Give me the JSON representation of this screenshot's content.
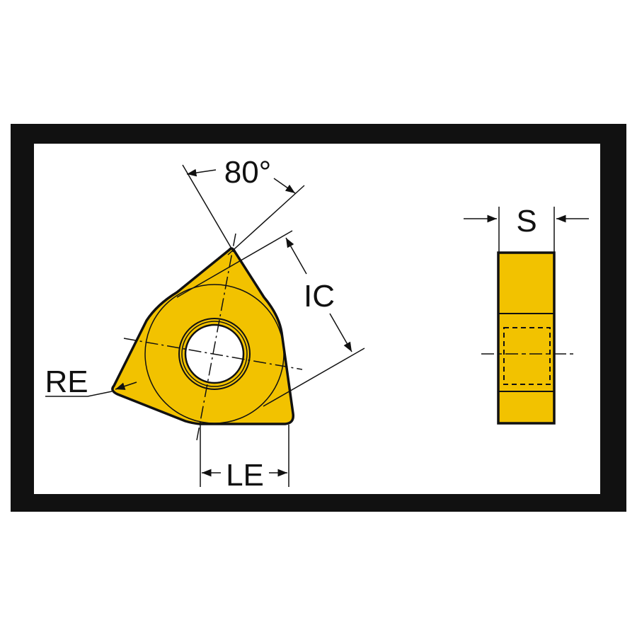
{
  "labels": {
    "angle": "80°",
    "ic": "IC",
    "re": "RE",
    "le": "LE",
    "s": "S"
  },
  "colors": {
    "insert": "#F2C200",
    "frame": "#111111",
    "line": "#111111"
  }
}
